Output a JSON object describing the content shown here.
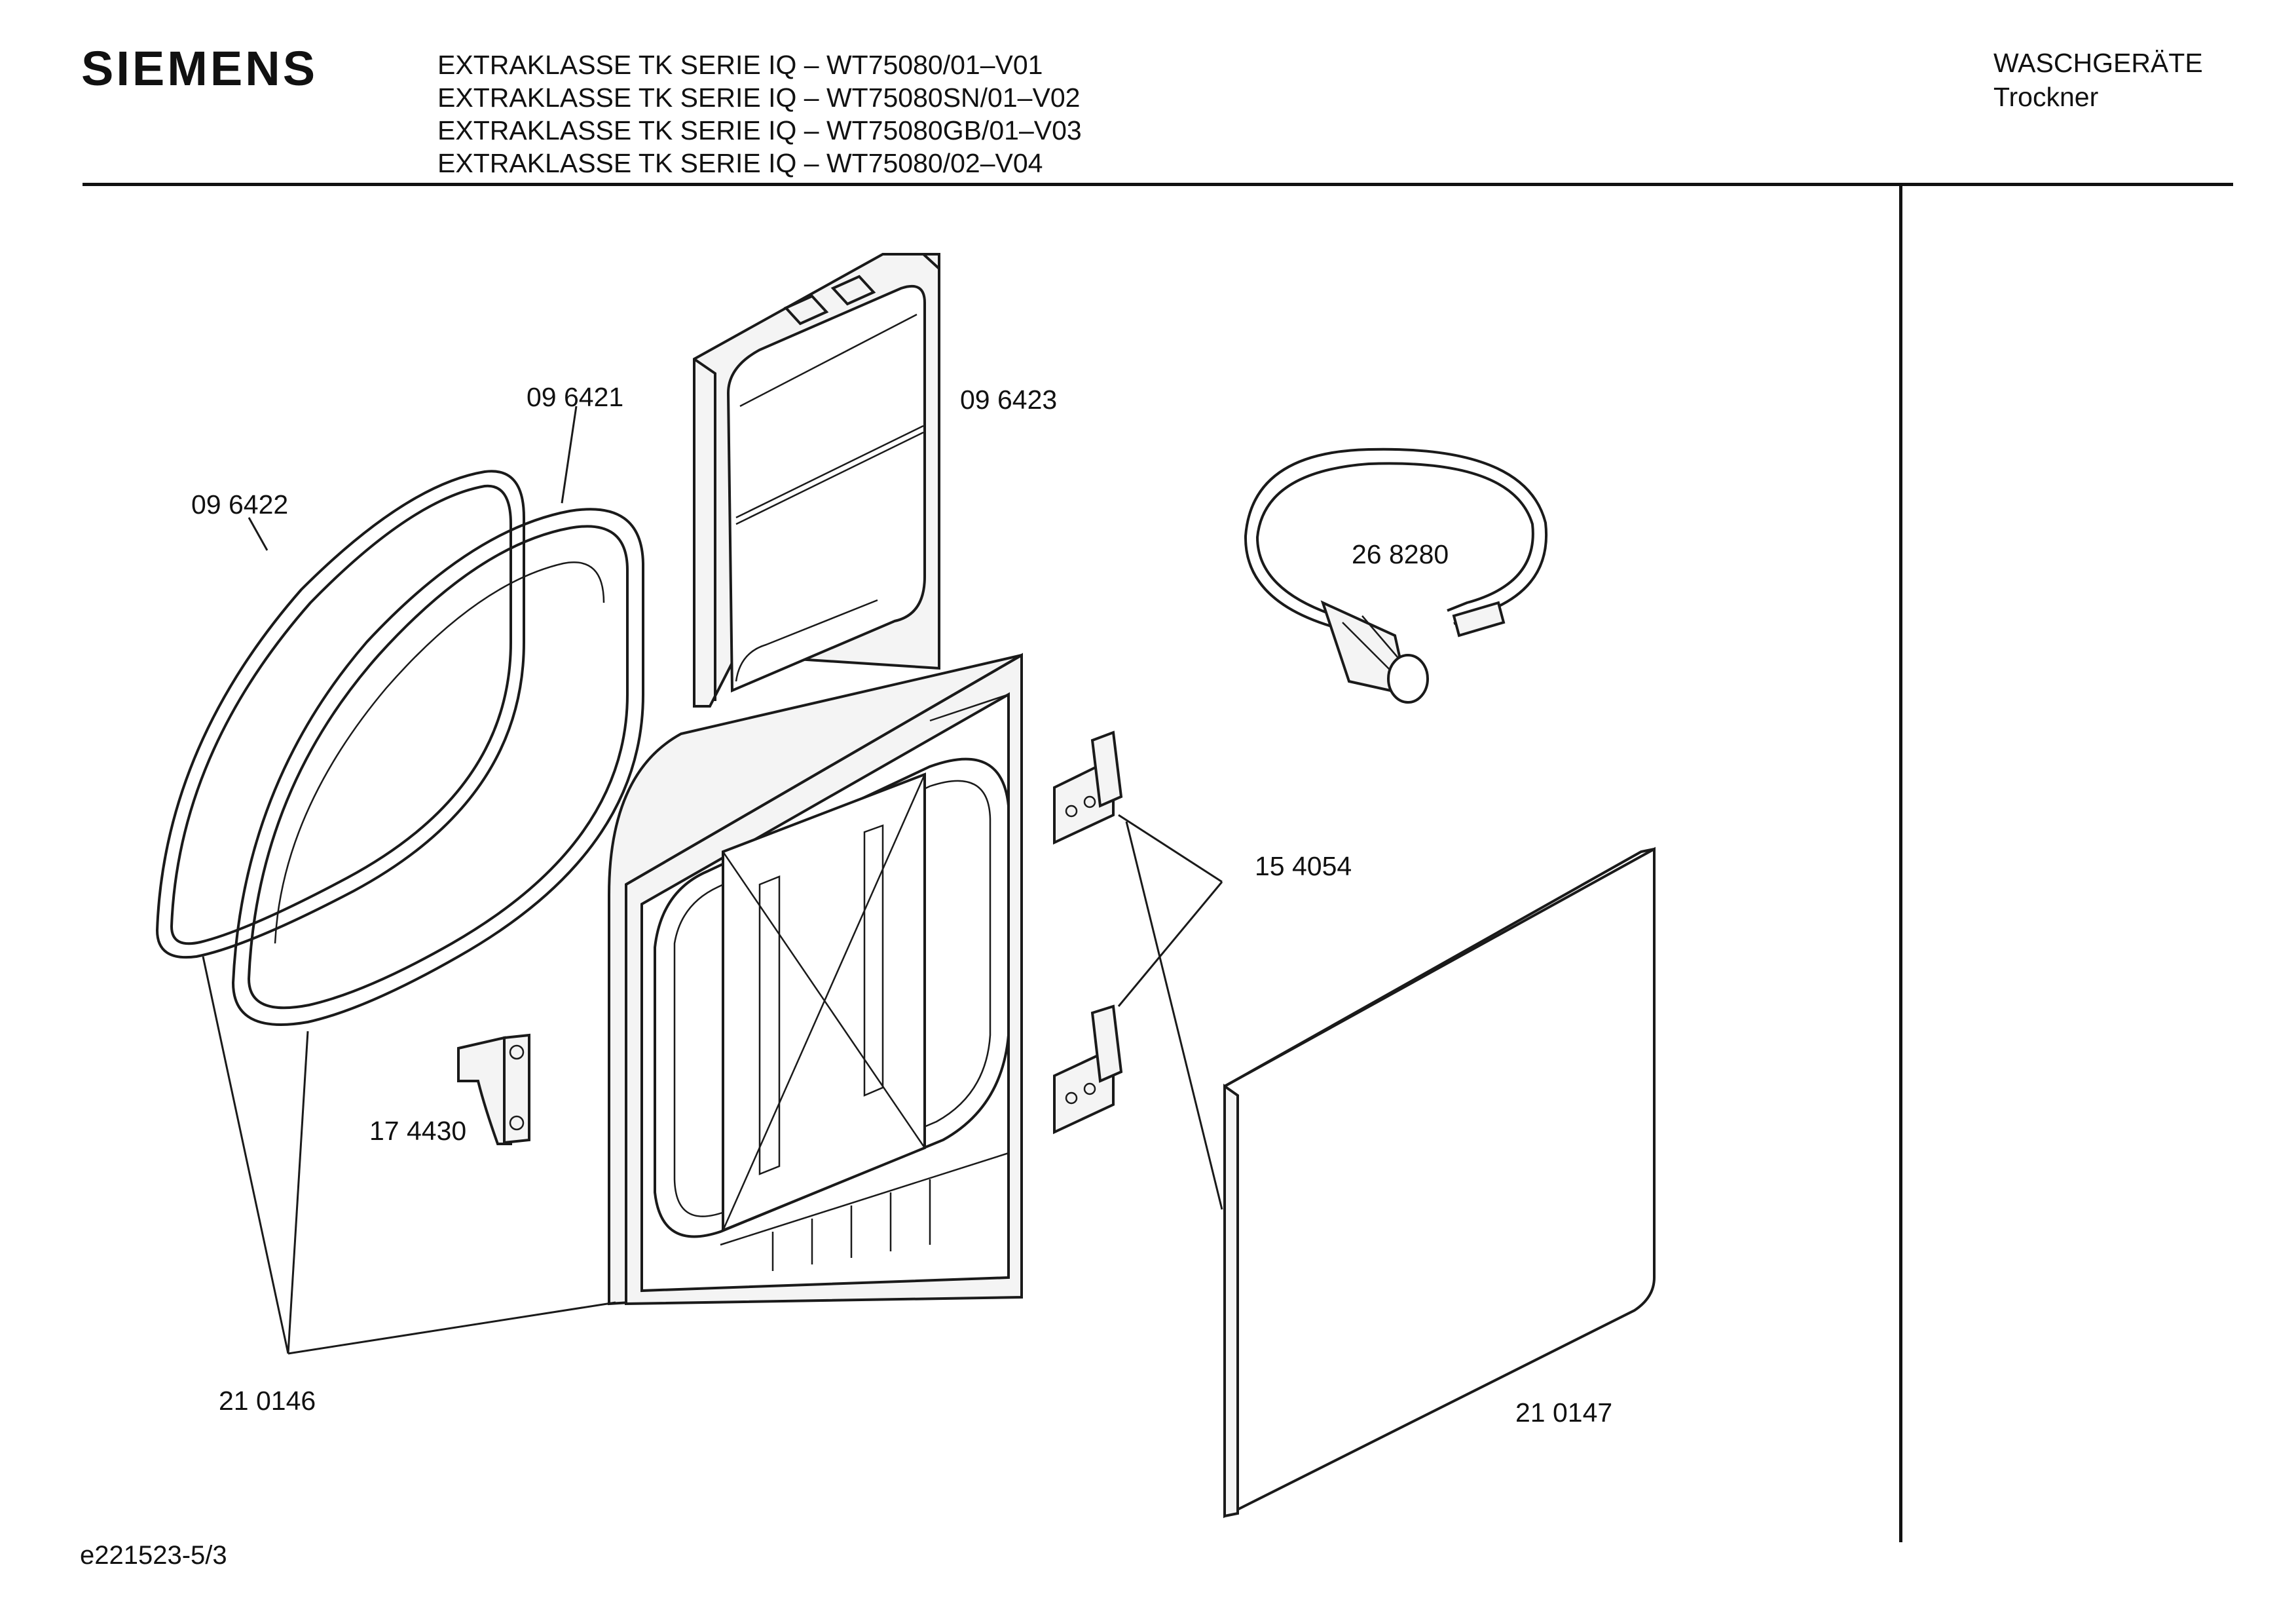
{
  "header": {
    "brand": "SIEMENS",
    "models": [
      "EXTRAKLASSE TK SERIE IQ – WT75080/01–V01",
      "EXTRAKLASSE TK SERIE IQ – WT75080SN/01–V02",
      "EXTRAKLASSE TK SERIE IQ – WT75080GB/01–V03",
      "EXTRAKLASSE TK SERIE IQ – WT75080/02–V04"
    ],
    "category": "WASCHGERÄTE",
    "subcategory": "Trockner"
  },
  "parts": {
    "p096421": "09 6421",
    "p096422": "09 6422",
    "p096423": "09 6423",
    "p268280": "26 8280",
    "p154054": "15 4054",
    "p174430": "17 4430",
    "p210146": "21 0146",
    "p210147": "21 0147"
  },
  "footer": {
    "doc_id": "e221523-5/3"
  }
}
